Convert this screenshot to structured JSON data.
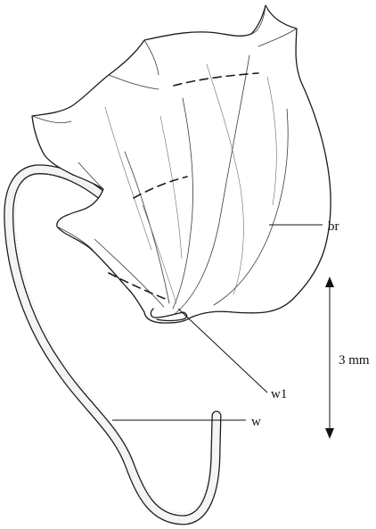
{
  "labels": {
    "br": "br",
    "w1": "w1",
    "w": "w",
    "scale": "3 mm"
  }
}
